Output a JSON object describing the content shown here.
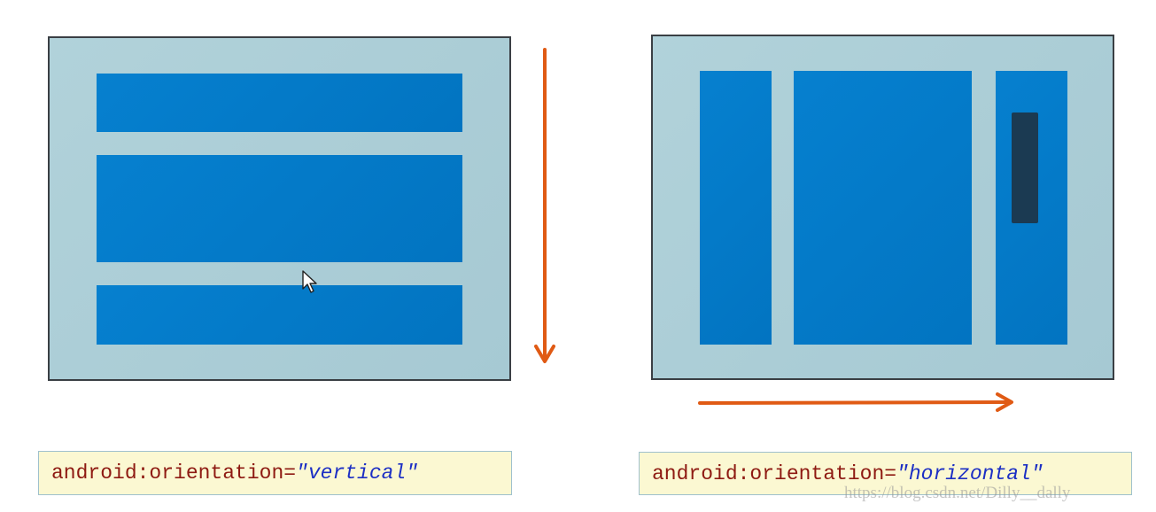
{
  "diagram": {
    "vertical": {
      "code_attr": "android:orientation=",
      "code_value": "\"vertical\""
    },
    "horizontal": {
      "code_attr": "android:orientation=",
      "code_value": "\"horizontal\""
    }
  },
  "watermark": "https://blog.csdn.net/Dilly__dally",
  "colors": {
    "frame_bg": "#aacdd6",
    "block": "#067bc9",
    "arrow": "#e05a14",
    "code_bg": "#fbf8d2",
    "code_attr": "#8e1a12",
    "code_value": "#1c2fc4"
  },
  "icons": [
    "arrow-down-icon",
    "arrow-right-icon",
    "mouse-cursor-icon"
  ]
}
